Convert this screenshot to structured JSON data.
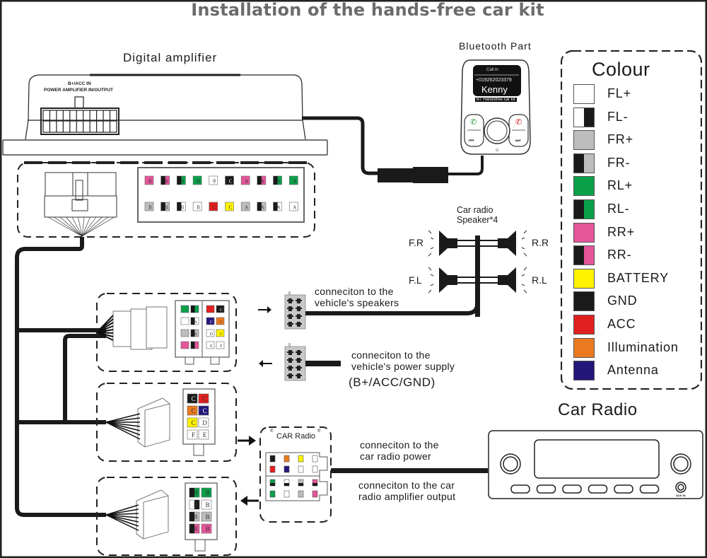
{
  "title": "Installation of the hands-free car kit",
  "amplifier": {
    "label": "Digital amplifier",
    "port_label_line1": "B+/ACC IN",
    "port_label_line2": "POWER AMPLIFIER IN/OUTPUT"
  },
  "bluetooth": {
    "label": "Bluetooth Part",
    "screen_header": "Call in",
    "phone_number": "+019262023379",
    "caller_name": "Kenny",
    "footer": "BT Handsfree car kit"
  },
  "legend": {
    "title": "Colour",
    "items": [
      {
        "label": "FL+",
        "color": "#ffffff",
        "stripe": null,
        "stripe_side": null
      },
      {
        "label": "FL-",
        "color": "#ffffff",
        "stripe": "#1a1a1a",
        "stripe_side": "right"
      },
      {
        "label": "FR+",
        "color": "#bdbdbd",
        "stripe": null,
        "stripe_side": null
      },
      {
        "label": "FR-",
        "color": "#bdbdbd",
        "stripe": "#1a1a1a",
        "stripe_side": "left"
      },
      {
        "label": "RL+",
        "color": "#0aa04a",
        "stripe": null,
        "stripe_side": null
      },
      {
        "label": "RL-",
        "color": "#0aa04a",
        "stripe": "#1a1a1a",
        "stripe_side": "left"
      },
      {
        "label": "RR+",
        "color": "#e4559a",
        "stripe": null,
        "stripe_side": null
      },
      {
        "label": "RR-",
        "color": "#e4559a",
        "stripe": "#1a1a1a",
        "stripe_side": "left"
      },
      {
        "label": "BATTERY",
        "color": "#fff200",
        "stripe": null,
        "stripe_side": null
      },
      {
        "label": "GND",
        "color": "#1a1a1a",
        "stripe": null,
        "stripe_side": null
      },
      {
        "label": "ACC",
        "color": "#e02020",
        "stripe": null,
        "stripe_side": null
      },
      {
        "label": "Illumination",
        "color": "#ea7a20",
        "stripe": null,
        "stripe_side": null
      },
      {
        "label": "Antenna",
        "color": "#24177a",
        "stripe": null,
        "stripe_side": null
      }
    ]
  },
  "main_connector_pins": {
    "top_row": [
      {
        "letter": "B",
        "color": "#e4559a",
        "stripe": null
      },
      {
        "letter": "B",
        "color": "#e4559a",
        "stripe": "#1a1a1a"
      },
      {
        "letter": "B",
        "color": "#0aa04a",
        "stripe": "#1a1a1a"
      },
      {
        "letter": "B",
        "color": "#0aa04a",
        "stripe": null
      },
      {
        "letter": "⚲",
        "color": "#ffffff",
        "stripe": null
      },
      {
        "letter": "C",
        "color": "#1a1a1a",
        "stripe": null
      },
      {
        "letter": "A",
        "color": "#e4559a",
        "stripe": null
      },
      {
        "letter": "A",
        "color": "#e4559a",
        "stripe": "#1a1a1a"
      },
      {
        "letter": "A",
        "color": "#0aa04a",
        "stripe": "#1a1a1a"
      },
      {
        "letter": "A",
        "color": "#0aa04a",
        "stripe": null
      }
    ],
    "bottom_row": [
      {
        "letter": "B",
        "color": "#bdbdbd",
        "stripe": null
      },
      {
        "letter": "B",
        "color": "#bdbdbd",
        "stripe": "#1a1a1a"
      },
      {
        "letter": "B",
        "color": "#ffffff",
        "stripe": "#1a1a1a"
      },
      {
        "letter": "B",
        "color": "#ffffff",
        "stripe": null
      },
      {
        "letter": "C",
        "color": "#e02020",
        "stripe": null
      },
      {
        "letter": "C",
        "color": "#fff200",
        "stripe": null
      },
      {
        "letter": "A",
        "color": "#bdbdbd",
        "stripe": null
      },
      {
        "letter": "A",
        "color": "#bdbdbd",
        "stripe": "#1a1a1a"
      },
      {
        "letter": "A",
        "color": "#ffffff",
        "stripe": "#1a1a1a"
      },
      {
        "letter": "A",
        "color": "#ffffff",
        "stripe": null
      }
    ]
  },
  "iso_connector_pins": {
    "left": [
      [
        {
          "letter": "",
          "color": "#0aa04a",
          "stripe": null
        },
        {
          "letter": "",
          "color": "#0aa04a",
          "stripe": "#1a1a1a"
        }
      ],
      [
        {
          "letter": "",
          "color": "#ffffff",
          "stripe": null
        },
        {
          "letter": "A",
          "color": "#ffffff",
          "stripe": "#1a1a1a"
        }
      ],
      [
        {
          "letter": "",
          "color": "#bdbdbd",
          "stripe": null
        },
        {
          "letter": "A",
          "color": "#bdbdbd",
          "stripe": "#1a1a1a"
        }
      ],
      [
        {
          "letter": "",
          "color": "#e4559a",
          "stripe": null
        },
        {
          "letter": "",
          "color": "#e4559a",
          "stripe": "#1a1a1a"
        }
      ]
    ],
    "right": [
      [
        {
          "letter": "",
          "color": "#e02020",
          "stripe": null
        },
        {
          "letter": "C",
          "color": "#1a1a1a",
          "stripe": null
        }
      ],
      [
        {
          "letter": "C",
          "color": "#24177a",
          "stripe": null
        },
        {
          "letter": "C",
          "color": "#ea7a20",
          "stripe": null
        }
      ],
      [
        {
          "letter": "D",
          "color": "#ffffff",
          "stripe": null
        },
        {
          "letter": "C",
          "color": "#fff200",
          "stripe": null
        }
      ],
      [
        {
          "letter": "E",
          "color": "#ffffff",
          "stripe": null
        },
        {
          "letter": "F",
          "color": "#ffffff",
          "stripe": null
        }
      ]
    ]
  },
  "power_connector_pins": [
    [
      {
        "letter": "C",
        "color": "#1a1a1a"
      },
      {
        "letter": "C",
        "color": "#e02020"
      }
    ],
    [
      {
        "letter": "C",
        "color": "#ea7a20"
      },
      {
        "letter": "C",
        "color": "#24177a"
      }
    ],
    [
      {
        "letter": "C",
        "color": "#fff200"
      },
      {
        "letter": "D",
        "color": "#ffffff"
      }
    ],
    [
      {
        "letter": "F",
        "color": "#ffffff"
      },
      {
        "letter": "E",
        "color": "#ffffff"
      }
    ]
  ],
  "speaker_connector_pins": [
    [
      {
        "letter": "B",
        "color": "#0aa04a",
        "stripe": "#1a1a1a"
      },
      {
        "letter": "B",
        "color": "#0aa04a",
        "stripe": null
      }
    ],
    [
      {
        "letter": "B",
        "color": "#ffffff",
        "stripe": "#1a1a1a",
        "stripe_side": "right"
      },
      {
        "letter": "B",
        "color": "#ffffff",
        "stripe": null
      }
    ],
    [
      {
        "letter": "B",
        "color": "#bdbdbd",
        "stripe": "#1a1a1a"
      },
      {
        "letter": "B",
        "color": "#bdbdbd",
        "stripe": null
      }
    ],
    [
      {
        "letter": "B",
        "color": "#e4559a",
        "stripe": "#1a1a1a"
      },
      {
        "letter": "B",
        "color": "#e4559a",
        "stripe": null
      }
    ]
  ],
  "speakers": {
    "label_line1": "Car radio",
    "label_line2": "Speaker*4",
    "fr": "F.R",
    "rr": "R.R",
    "fl": "F.L",
    "rl": "R.L"
  },
  "connections": {
    "speakers_line1": "conneciton to the",
    "speakers_line2": "vehicle's speakers",
    "power_line1": "conneciton to the",
    "power_line2": "vehicle's power supply",
    "power_line3": "(B+/ACC/GND)",
    "radio_power_line1": "conneciton to the",
    "radio_power_line2": "car radio power",
    "radio_amp_line1": "conneciton to the car",
    "radio_amp_line2": "radio amplifier output"
  },
  "car_radio_connector": {
    "label": "CAR Radio",
    "reg_mark": "®",
    "top": [
      [
        {
          "color": "#1a1a1a",
          "stripe": null
        },
        {
          "color": "#ea7a20",
          "stripe": null
        },
        {
          "color": "#fff200",
          "stripe": null
        },
        {
          "color": "#ffffff",
          "stripe": null
        }
      ],
      [
        {
          "color": "#e02020",
          "stripe": null
        },
        {
          "color": "#24177a",
          "stripe": null
        },
        {
          "color": "#ffffff",
          "stripe": null
        },
        {
          "color": "#ffffff",
          "stripe": null
        }
      ]
    ],
    "bottom": [
      [
        {
          "color": "#0aa04a",
          "stripe": "#1a1a1a"
        },
        {
          "color": "#ffffff",
          "stripe": "#1a1a1a"
        },
        {
          "color": "#bdbdbd",
          "stripe": "#1a1a1a"
        },
        {
          "color": "#e4559a",
          "stripe": "#1a1a1a"
        }
      ],
      [
        {
          "color": "#0aa04a",
          "stripe": null
        },
        {
          "color": "#ffffff",
          "stripe": null
        },
        {
          "color": "#bdbdbd",
          "stripe": null
        },
        {
          "color": "#e4559a",
          "stripe": null
        }
      ]
    ]
  },
  "car_radio": {
    "label": "Car Radio",
    "aux_label": "AUX IN"
  }
}
